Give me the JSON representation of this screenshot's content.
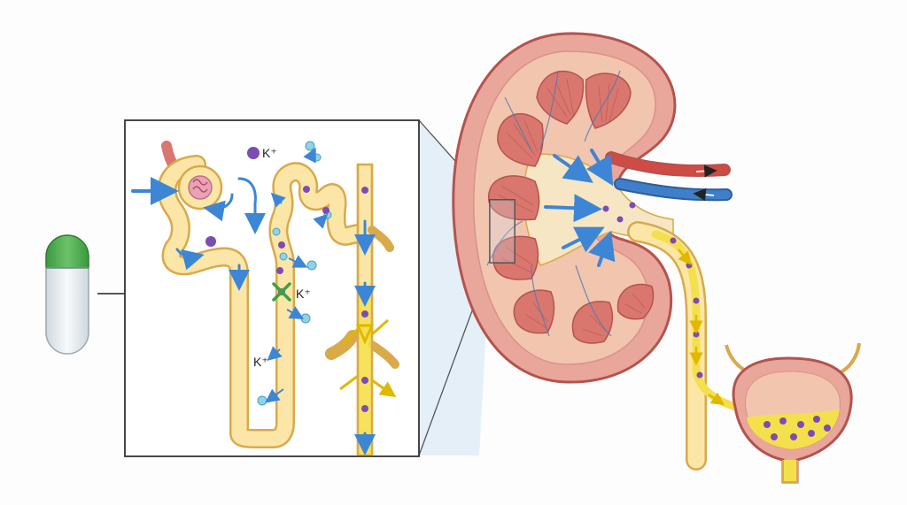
{
  "labels": {
    "k_top": "K⁺",
    "k_middle": "K⁺",
    "k_lower": "K⁺"
  },
  "colors": {
    "background": "#fdfdfd",
    "tubule_fill": "#fbe6a8",
    "tubule_stroke": "#d9a94a",
    "urine_yellow": "#f4e04d",
    "kidney_cortex": "#e9a69a",
    "kidney_outline": "#b4534e",
    "pyramid": "#d9776e",
    "artery_red": "#cf4b45",
    "vein_blue": "#3f7fc9",
    "flow_arrow_blue": "#3d86d6",
    "potassium_purple": "#7d4cb3",
    "light_blue_ion": "#8fd3e6",
    "block_x_green": "#3fa046",
    "capsule_green": "#47a547",
    "capsule_white": "#e8eef2",
    "zoom_panel_tint": "#cfe3f4"
  }
}
